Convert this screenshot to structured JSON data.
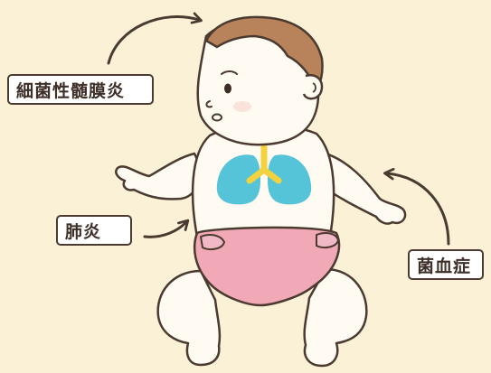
{
  "labels": {
    "meningitis": "細菌性髄膜炎",
    "pneumonia": "肺炎",
    "bacteremia": "菌血症"
  },
  "colors": {
    "background": "#fbf1d6",
    "skin": "#fffaf2",
    "outline": "#4a3a30",
    "hair": "#b8835a",
    "lungs": "#55c3d8",
    "airway": "#f3d23f",
    "diaper": "#f2a9b7"
  },
  "icons": [
    "arrow-icon",
    "baby-illustration",
    "lungs-icon"
  ]
}
